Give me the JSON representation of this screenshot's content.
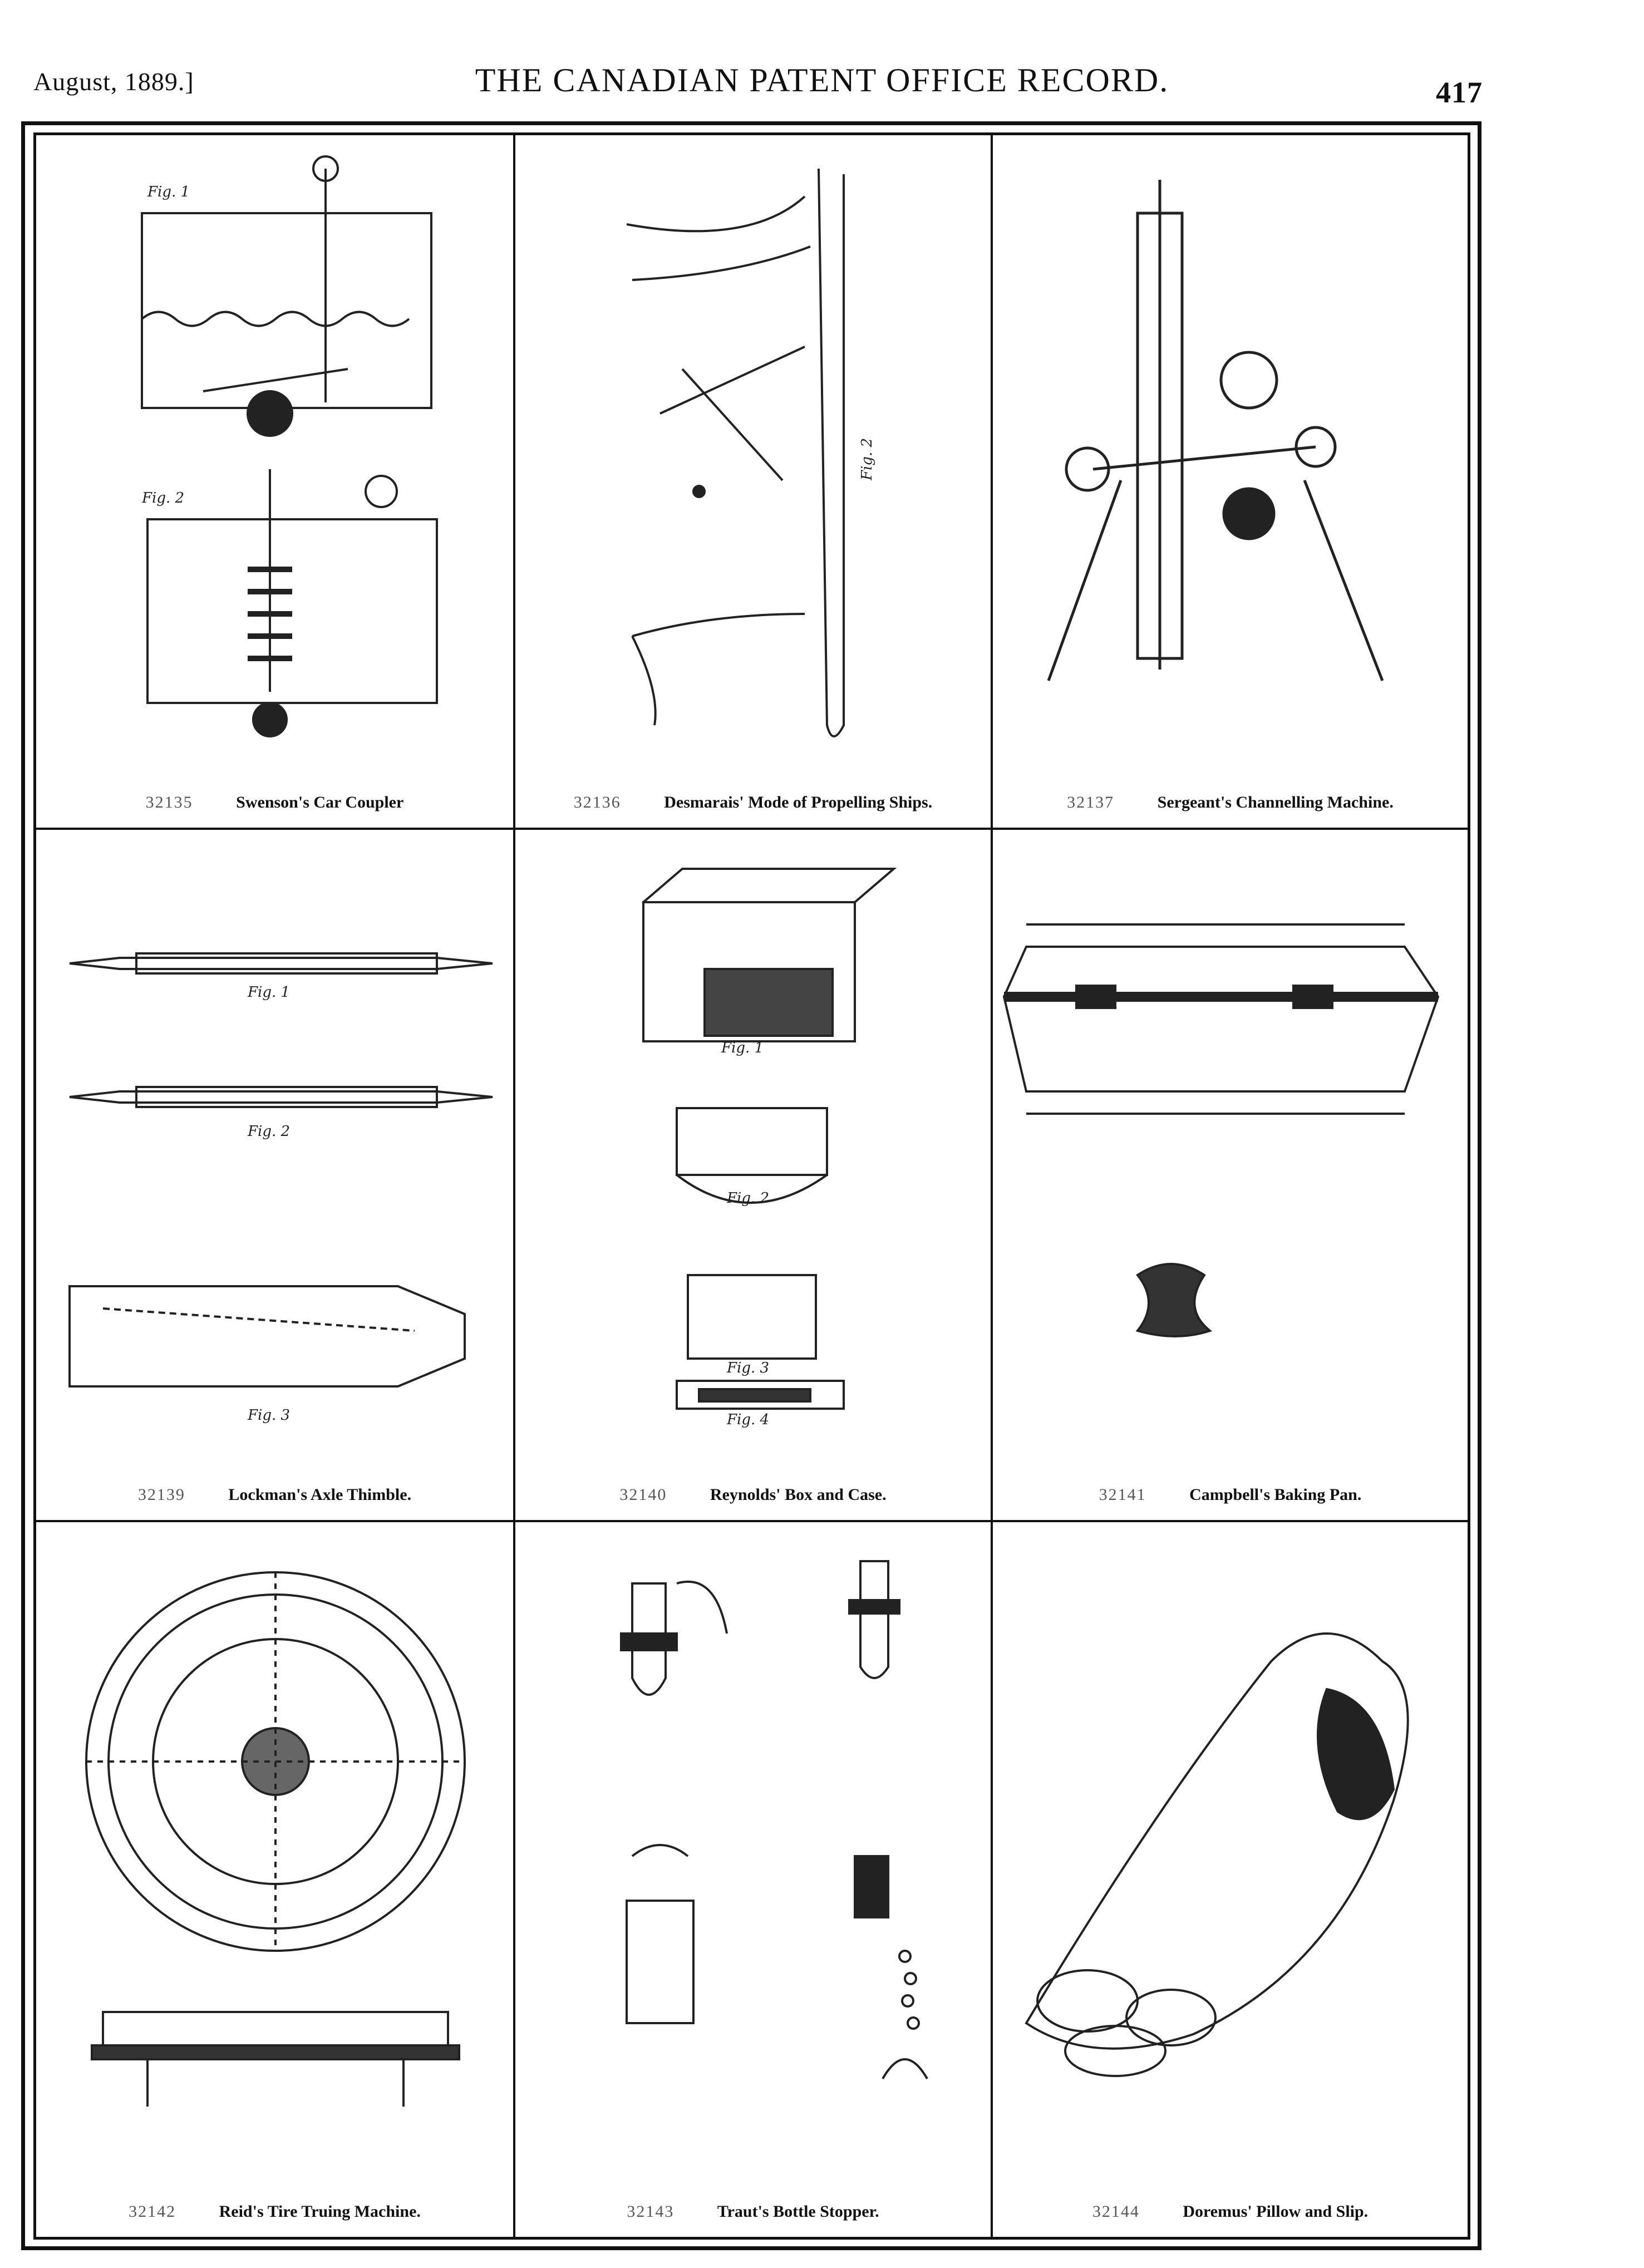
{
  "header": {
    "date": "August, 1889.]",
    "title": "THE CANADIAN PATENT OFFICE RECORD.",
    "page_number": "417"
  },
  "patents": [
    {
      "number": "32135",
      "title": "Swenson's Car Coupler"
    },
    {
      "number": "32136",
      "title": "Desmarais' Mode of Propelling Ships."
    },
    {
      "number": "32137",
      "title": "Sergeant's Channelling Machine."
    },
    {
      "number": "32139",
      "title": "Lockman's Axle Thimble."
    },
    {
      "number": "32140",
      "title": "Reynolds' Box and Case."
    },
    {
      "number": "32141",
      "title": "Campbell's Baking Pan."
    },
    {
      "number": "32142",
      "title": "Reid's Tire Truing Machine."
    },
    {
      "number": "32143",
      "title": "Traut's Bottle Stopper."
    },
    {
      "number": "32144",
      "title": "Doremus' Pillow and Slip."
    }
  ]
}
